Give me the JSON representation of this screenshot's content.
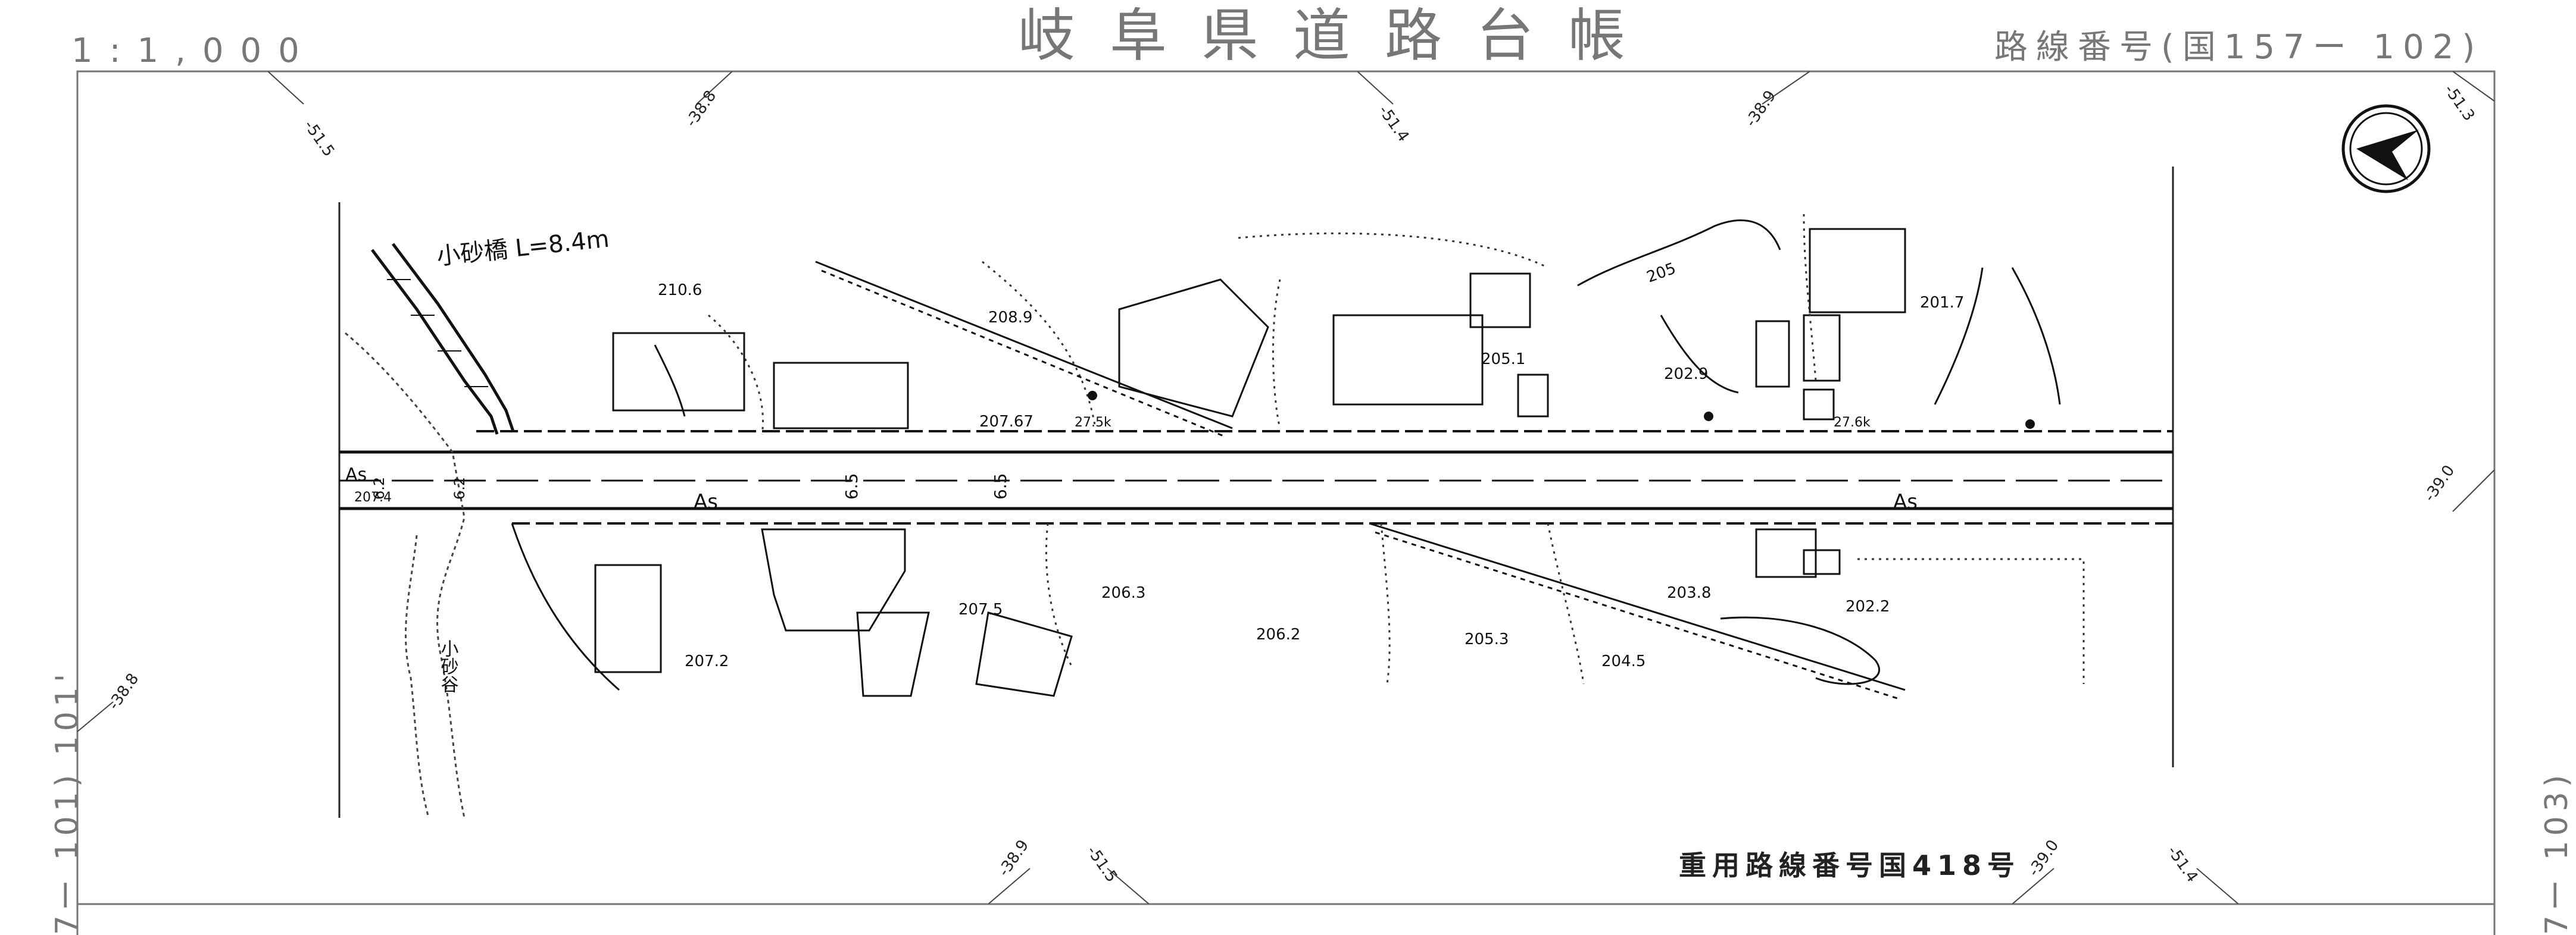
{
  "header": {
    "scale": "1:1,000",
    "title": "岐阜県道路台帳",
    "route_number": "路線番号(国157ー 102)"
  },
  "side_labels": {
    "left": "7ー 101)  101'",
    "right": "7ー 103)"
  },
  "footer": {
    "duplicate_route": "重用路線番号国418号"
  },
  "map": {
    "bridge_label": "小砂橋 L=8.4m",
    "road_surface_labels": [
      "As",
      "As",
      "As"
    ],
    "road_widths": [
      "6.5",
      "6.5",
      "6.2",
      "6.2"
    ],
    "elevations": [
      "210.6",
      "208.9",
      "207.67",
      "205.1",
      "202.9",
      "201.7",
      "207.4",
      "206.3",
      "207.5",
      "206.2",
      "205.3",
      "203.8",
      "204.5",
      "202.2",
      "207.2"
    ],
    "contour_label": "205",
    "km_posts": [
      "27.5k",
      "27.6k"
    ],
    "small_sand_label": "小砂谷",
    "angle_marks": [
      "-51.5",
      "-38.8",
      "-51.4",
      "-38.9",
      "-51.3",
      "-39.0",
      "-38.8",
      "-38.9",
      "-51.5",
      "-39.0",
      "-51.4"
    ],
    "north_arrow": "north-arrow-icon"
  }
}
